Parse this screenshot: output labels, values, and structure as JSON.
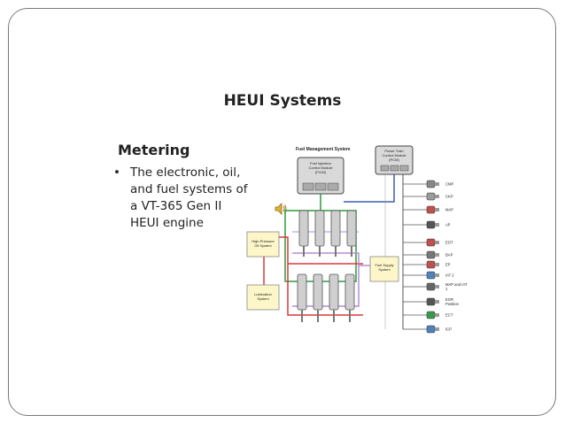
{
  "slide": {
    "title": "HEUI Systems",
    "subtitle": "Metering",
    "bullets": [
      "The electronic, oil, and fuel systems of a VT-365 Gen II HEUI engine"
    ],
    "bullet_lines": [
      "The electronic, oil,",
      "and fuel systems of",
      "a VT-365 Gen II",
      "HEUI engine"
    ]
  },
  "diagram": {
    "heading": "Fuel Management System",
    "ficm_label": [
      "Fuel Injection",
      "Control Module",
      "(FICM)"
    ],
    "pcm_label": [
      "Power Train",
      "Control Module",
      "(PCM)"
    ],
    "hp_oil_label": [
      "High-Pressure",
      "Oil System"
    ],
    "lube_label": [
      "Lubrication",
      "System"
    ],
    "fuel_supply_label": [
      "Fuel Supply",
      "System"
    ],
    "sensors": [
      {
        "label": "CMP",
        "color": "#888888"
      },
      {
        "label": "CKP",
        "color": "#9a9a9a"
      },
      {
        "label": "MAP",
        "color": "#c0504d"
      },
      {
        "label": "AP",
        "color": "#555555"
      },
      {
        "label": "EOT",
        "color": "#c0504d"
      },
      {
        "label": "BAP",
        "color": "#777777"
      },
      {
        "label": "EP",
        "color": "#c0504d"
      },
      {
        "label": "IAT 2",
        "color": "#4f81bd"
      },
      {
        "label": "MAP and IAT 1",
        "color": "#666666"
      },
      {
        "label": "EGR Position",
        "color": "#555555"
      },
      {
        "label": "ECT",
        "color": "#3a9a4a"
      },
      {
        "label": "ICP",
        "color": "#4f81bd"
      }
    ],
    "colors": {
      "green": "#2e9a3a",
      "red": "#d83a3a",
      "purple": "#b78ad6",
      "blue": "#3a5fb0",
      "yellow_fill": "#fdf6c8",
      "module_fill": "#d9d9d9"
    }
  }
}
